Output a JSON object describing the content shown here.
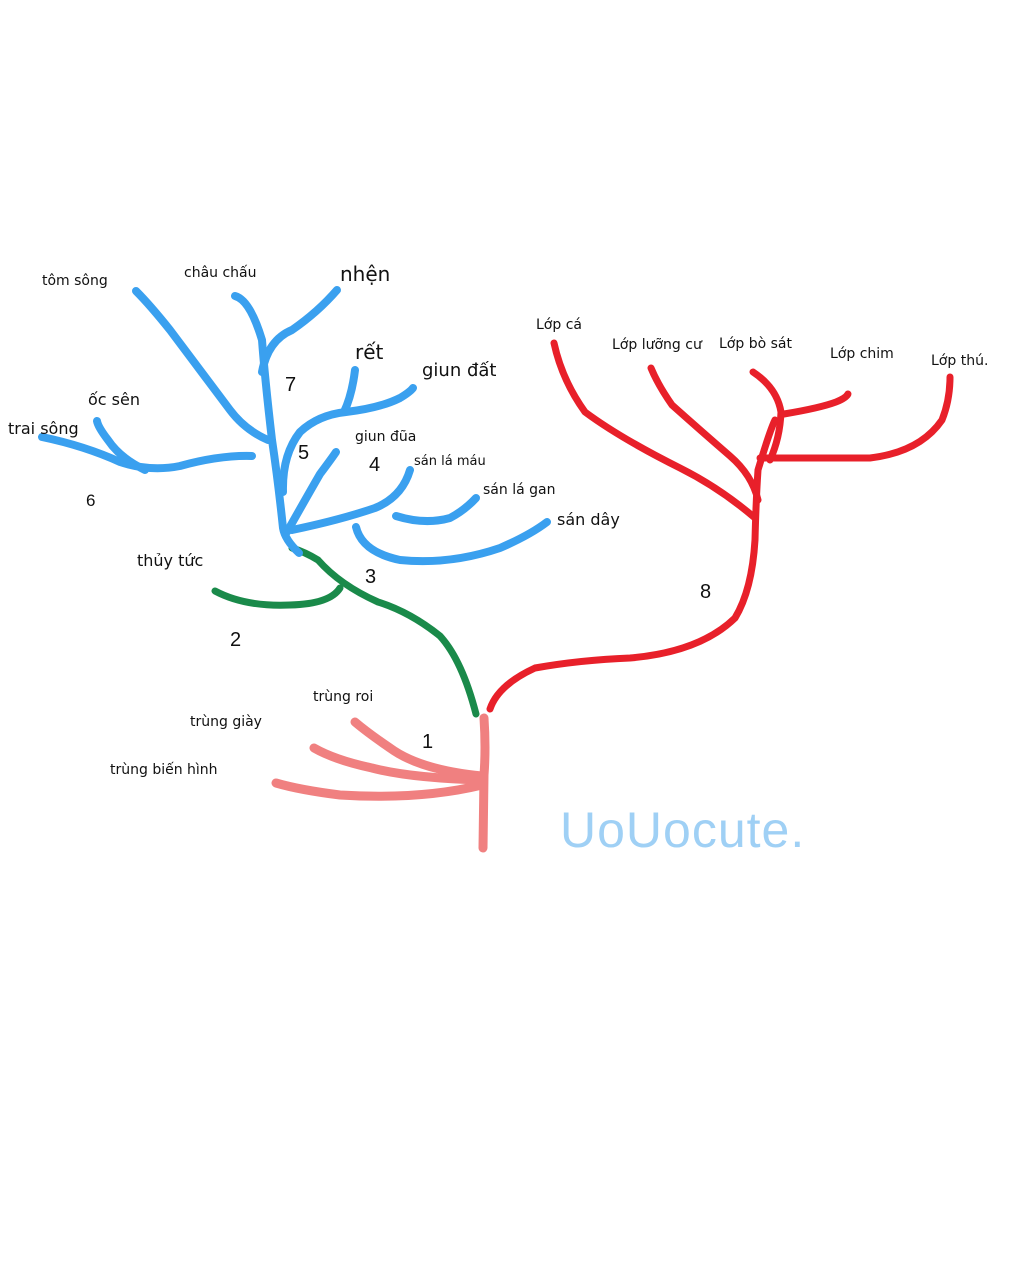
{
  "colors": {
    "root": "#f08080",
    "trunk": "#1a8a4a",
    "invertebrates": "#3aa0ef",
    "vertebrates": "#e8202a",
    "signature": "#9fd0f5"
  },
  "labels": {
    "tom_song": "tôm sông",
    "chau_chau": "châu chấu",
    "nhen": "nhện",
    "ret": "rết",
    "giun_dat": "giun đất",
    "oc_sen": "ốc sên",
    "trai_song": "trai sông",
    "giun_dua": "giun đũa",
    "san_la_mau": "sán lá máu",
    "san_la_gan": "sán lá gan",
    "san_day": "sán dây",
    "thuy_tuc": "thủy tức",
    "trung_roi": "trùng roi",
    "trung_giay": "trùng giày",
    "trung_bien_hinh": "trùng biến hình",
    "lop_ca": "Lớp cá",
    "lop_luong_cu": "Lớp lưỡng cư",
    "lop_bo_sat": "Lớp bò sát",
    "lop_chim": "Lớp chim",
    "lop_thu": "Lớp thú."
  },
  "numbers": {
    "n1": "1",
    "n2": "2",
    "n3": "3",
    "n4": "4",
    "n5": "5",
    "n6": "6",
    "n7": "7",
    "n8": "8"
  },
  "signature": "UoUocute."
}
